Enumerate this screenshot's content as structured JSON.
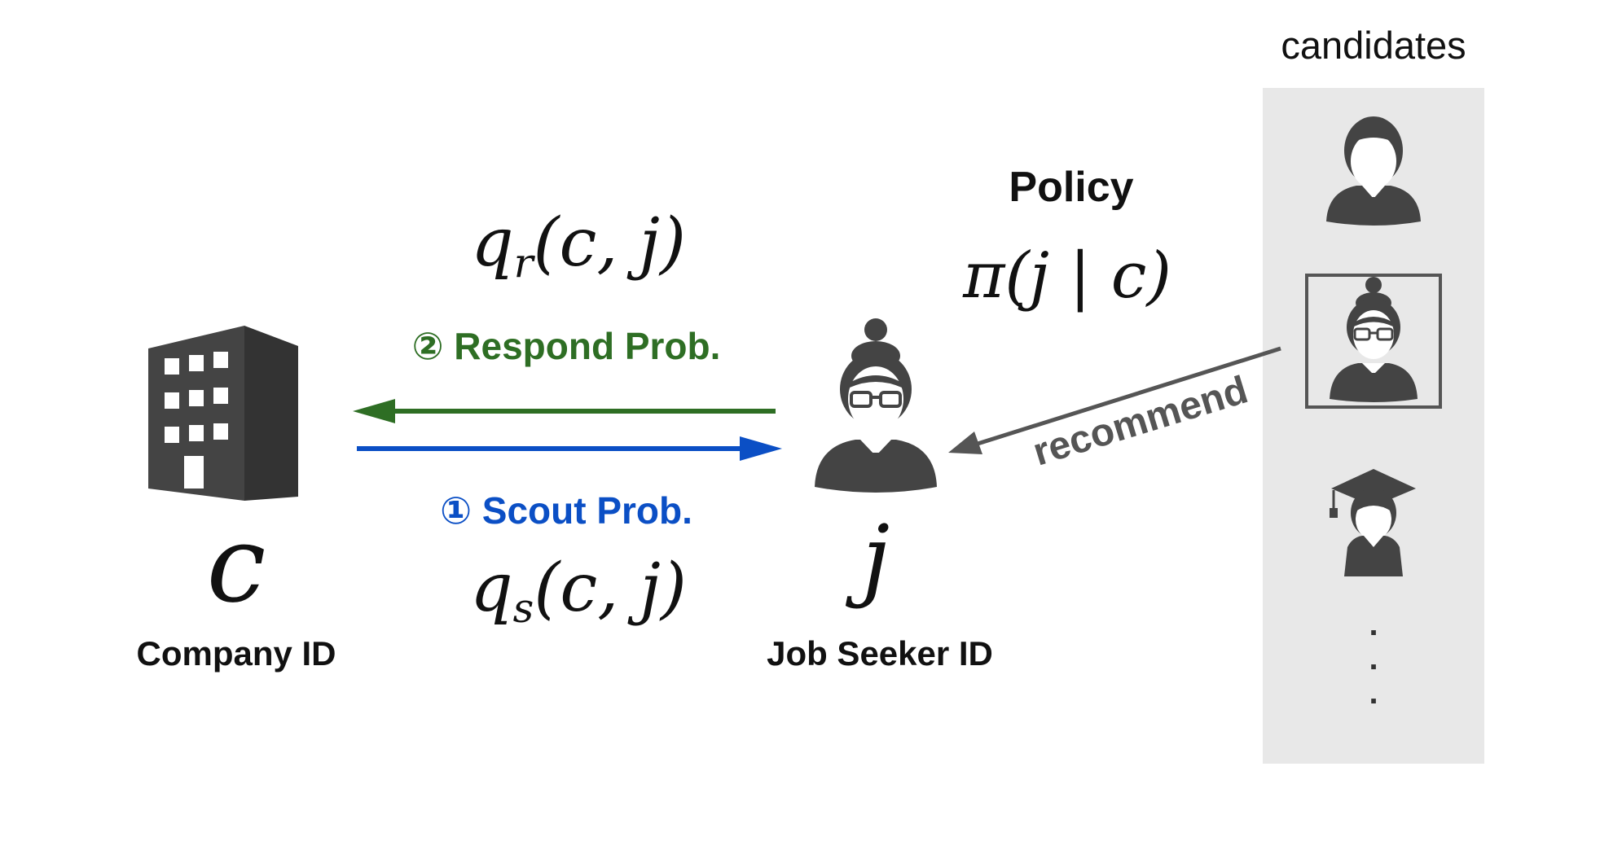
{
  "candidates_title": "candidates",
  "policy": {
    "title": "Policy",
    "formula": "π(j | c)"
  },
  "respond": {
    "label": "② Respond Prob.",
    "formula_main": "q",
    "formula_sub": "r",
    "formula_args": "(c, j)",
    "color": "#2e6e24"
  },
  "scout": {
    "label": "① Scout Prob.",
    "formula_main": "q",
    "formula_sub": "s",
    "formula_args": "(c, j)",
    "color": "#0b4fc5"
  },
  "recommend_label": "recommend",
  "company": {
    "symbol": "c",
    "label": "Company ID"
  },
  "job_seeker": {
    "symbol": "j",
    "label": "Job Seeker ID"
  },
  "dots": ".\n.\n.",
  "colors": {
    "icon": "#444444",
    "panel": "#e8e8e8",
    "recommend_arrow": "#555555"
  }
}
